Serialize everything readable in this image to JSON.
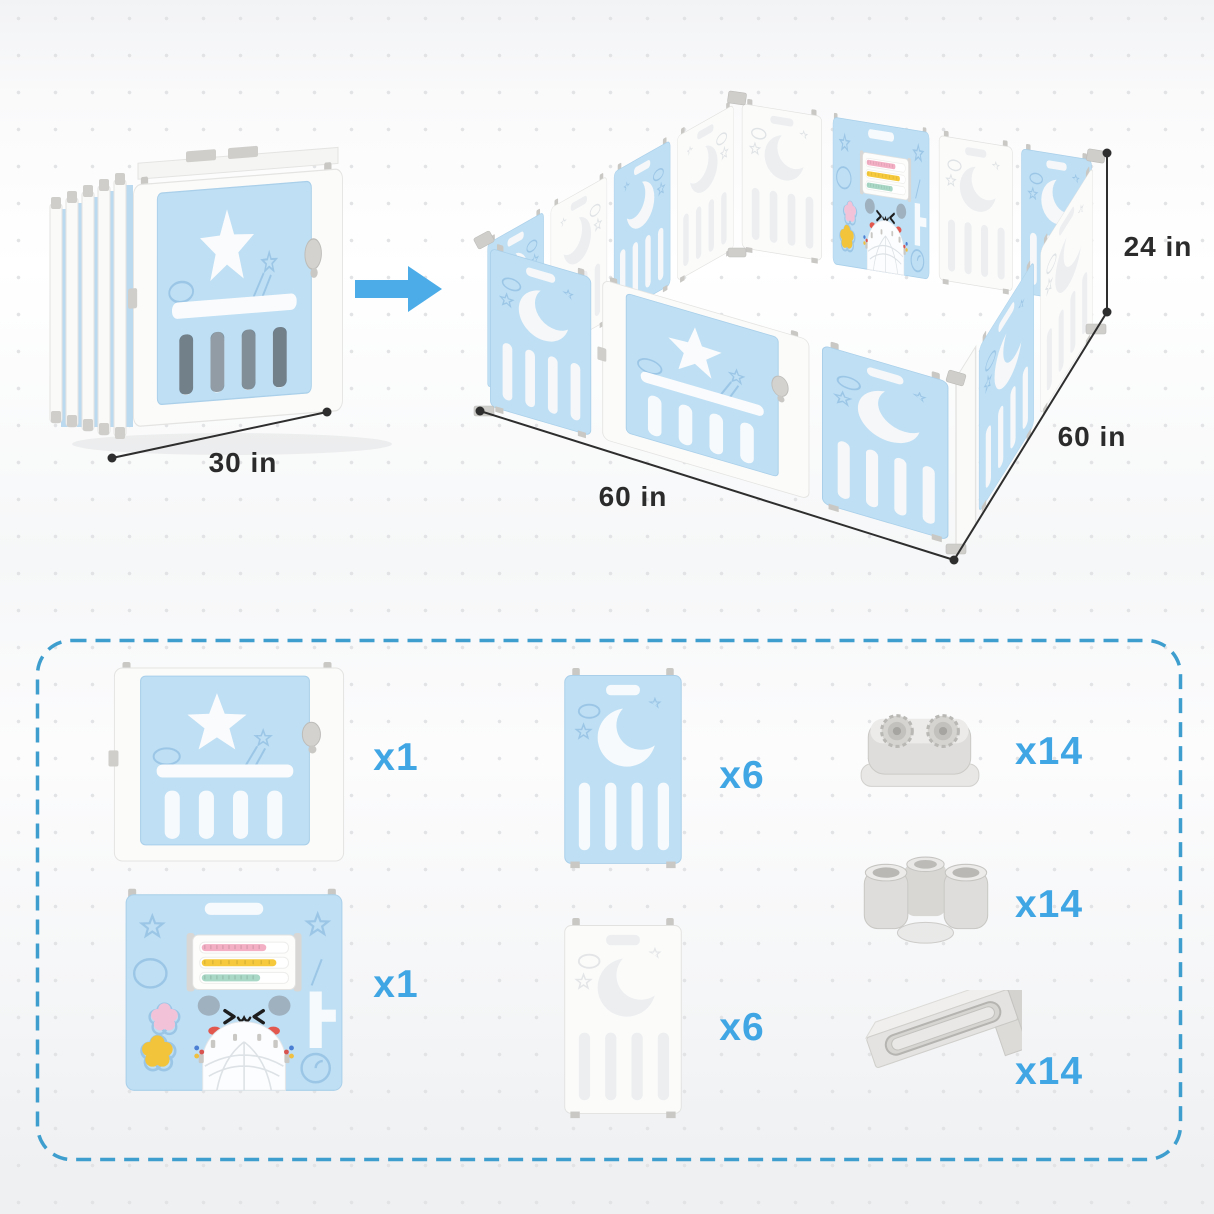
{
  "meta": {
    "type": "product-infographic",
    "subject": "foldable baby playpen with parts list"
  },
  "colors": {
    "panel_blue": "#BEDFF4",
    "panel_white": "#FBFBFA",
    "connector_gray": "#CFCECB",
    "accent_blue": "#41A6E4",
    "dashed_border_blue": "#3E9ECE",
    "dimension_text": "#2B2B2B",
    "background": "#F7F8F9"
  },
  "top": {
    "folded_dim": "30 in",
    "height_dim": "24 in",
    "width_dim": "60 in",
    "depth_dim": "60 in",
    "arrow_icon": "unfold-arrow-right"
  },
  "parts": {
    "items": [
      {
        "name": "gate-panel",
        "qty": "x1"
      },
      {
        "name": "moon-panel-blue",
        "qty": "x6"
      },
      {
        "name": "foot-base-connector",
        "qty": "x14"
      },
      {
        "name": "activity-panel",
        "qty": "x1"
      },
      {
        "name": "moon-panel-white",
        "qty": "x6"
      },
      {
        "name": "tube-connector",
        "qty": "x14"
      },
      {
        "name": "hinge-bar-connector",
        "qty": "x14"
      }
    ]
  }
}
